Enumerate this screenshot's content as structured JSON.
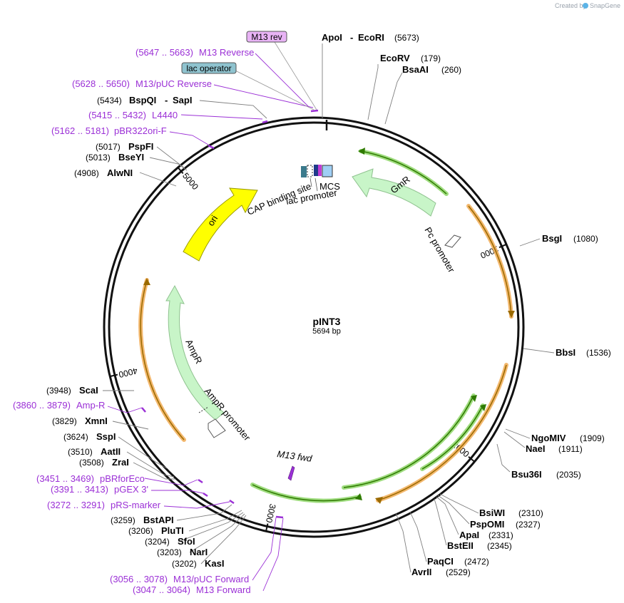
{
  "brand": {
    "created_by": "Created by",
    "app": "SnapGene"
  },
  "plasmid": {
    "name": "pINT3",
    "length_label": "5694 bp",
    "length": 5694
  },
  "tick_labels": [
    {
      "pos": 1000,
      "label": "1000"
    },
    {
      "pos": 2000,
      "label": "2000"
    },
    {
      "pos": 3000,
      "label": "3000"
    },
    {
      "pos": 4000,
      "label": "4000"
    },
    {
      "pos": 5000,
      "label": "5000"
    }
  ],
  "enzymes": [
    {
      "name": "ApoI",
      "name2": "EcoRI",
      "pos": "(5673)"
    },
    {
      "name": "EcoRV",
      "pos": "(179)"
    },
    {
      "name": "BsaAI",
      "pos": "(260)"
    },
    {
      "name": "BsgI",
      "pos": "(1080)"
    },
    {
      "name": "BbsI",
      "pos": "(1536)"
    },
    {
      "name": "NgoMIV",
      "pos": "(1909)"
    },
    {
      "name": "NaeI",
      "pos": "(1911)"
    },
    {
      "name": "Bsu36I",
      "pos": "(2035)"
    },
    {
      "name": "BsiWI",
      "pos": "(2310)"
    },
    {
      "name": "PspOMI",
      "pos": "(2327)"
    },
    {
      "name": "ApaI",
      "pos": "(2331)"
    },
    {
      "name": "BstEII",
      "pos": "(2345)"
    },
    {
      "name": "PaqCI",
      "pos": "(2472)"
    },
    {
      "name": "AvrII",
      "pos": "(2529)"
    },
    {
      "name": "KasI",
      "pos": "(3202)"
    },
    {
      "name": "NarI",
      "pos": "(3203)"
    },
    {
      "name": "SfoI",
      "pos": "(3204)"
    },
    {
      "name": "PluTI",
      "pos": "(3206)"
    },
    {
      "name": "BstAPI",
      "pos": "(3259)"
    },
    {
      "name": "ZraI",
      "pos": "(3508)"
    },
    {
      "name": "AatII",
      "pos": "(3510)"
    },
    {
      "name": "SspI",
      "pos": "(3624)"
    },
    {
      "name": "XmnI",
      "pos": "(3829)"
    },
    {
      "name": "ScaI",
      "pos": "(3948)"
    },
    {
      "name": "AlwNI",
      "pos": "(4908)"
    },
    {
      "name": "BseYI",
      "pos": "(5013)"
    },
    {
      "name": "PspFI",
      "pos": "(5017)"
    },
    {
      "name": "BspQI",
      "name2": "SapI",
      "pos": "(5434)"
    }
  ],
  "primers": [
    {
      "range": "(5647 .. 5663)",
      "name": "M13 Reverse"
    },
    {
      "range": "(5628 .. 5650)",
      "name": "M13/pUC Reverse"
    },
    {
      "range": "(5415 .. 5432)",
      "name": "L4440"
    },
    {
      "range": "(5162 .. 5181)",
      "name": "pBR322ori-F"
    },
    {
      "range": "(3860 .. 3879)",
      "name": "Amp-R"
    },
    {
      "range": "(3451 .. 3469)",
      "name": "pBRforEco"
    },
    {
      "range": "(3391 .. 3413)",
      "name": "pGEX 3'"
    },
    {
      "range": "(3272 .. 3291)",
      "name": "pRS-marker"
    },
    {
      "range": "(3056 .. 3078)",
      "name": "M13/pUC Forward"
    },
    {
      "range": "(3047 .. 3064)",
      "name": "M13 Forward"
    }
  ],
  "boxed_labels": {
    "m13rev": {
      "text": "M13 rev",
      "color": "#e8b3f5"
    },
    "lacop": {
      "text": "lac operator",
      "color": "#8fc3cf"
    }
  },
  "features": {
    "gmr": "GmR",
    "ori": "ori",
    "ampr": "AmpR",
    "ampr_promoter": "AmpR promoter",
    "pc_promoter": "Pc promoter",
    "cap_site": "CAP binding site",
    "lac_promoter": "lac promoter",
    "mcs": "MCS",
    "m13fwd": "M13 fwd"
  },
  "colors": {
    "backbone": "#111111",
    "enzyme_line": "#7f7f7f",
    "primer": "#9b30d6",
    "gene": "#c8f5c8",
    "gene_stroke": "#8fc28f",
    "ori": "#ffff00",
    "orf_glow": "#f2b05e",
    "orf_line": "#9a6a00",
    "green_glow": "#9fdc7f",
    "green_line": "#2f7a00"
  }
}
